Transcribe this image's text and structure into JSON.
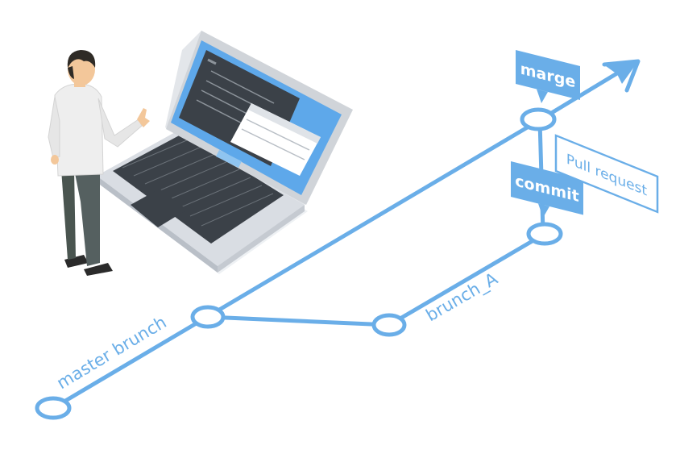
{
  "branches": {
    "master_label": "master brunch",
    "feature_label": "brunch_A"
  },
  "tags": {
    "merge": "marge",
    "commit": "commit",
    "pull_request": "Pull request"
  },
  "colors": {
    "line": "#6aaee8",
    "tag_fill": "#6aaee8",
    "tag_text": "#ffffff",
    "screen_blue": "#5ea8ea",
    "laptop_body": "#d9dde3",
    "shirt": "#eeeeee",
    "pants": "#4a5550",
    "hair": "#2f2b26",
    "skin": "#f3c79a"
  },
  "icons": {
    "arrow": "arrow-head-icon",
    "person": "person-icon",
    "laptop": "laptop-icon"
  }
}
